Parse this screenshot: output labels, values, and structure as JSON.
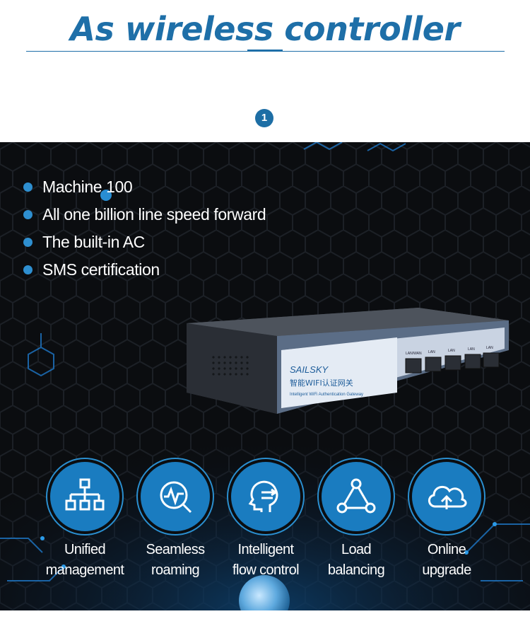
{
  "header": {
    "title": "As wireless controller",
    "step_number": "1"
  },
  "features": [
    {
      "label": "Machine 100"
    },
    {
      "label": "All one billion line speed forward"
    },
    {
      "label": "The built-in AC"
    },
    {
      "label": "SMS certification"
    }
  ],
  "device": {
    "brand": "SAILSKY",
    "product_cn": "智能WIFI认证网关",
    "product_en": "Intelligent WiFi Authentication Gateway",
    "port_labels": [
      "LAN/WAN",
      "LAN",
      "LAN",
      "LAN",
      "LAN"
    ]
  },
  "capabilities": [
    {
      "label_line1": "Unified",
      "label_line2": "management",
      "icon": "network-tree-icon"
    },
    {
      "label_line1": "Seamless",
      "label_line2": "roaming",
      "icon": "signal-search-icon"
    },
    {
      "label_line1": "Intelligent",
      "label_line2": "flow control",
      "icon": "head-arrow-icon"
    },
    {
      "label_line1": "Load",
      "label_line2": "balancing",
      "icon": "triangle-nodes-icon"
    },
    {
      "label_line1": "Online",
      "label_line2": "upgrade",
      "icon": "cloud-upload-icon"
    }
  ],
  "colors": {
    "accent": "#1e6fa8",
    "bullet": "#2e8fd0",
    "panel_bg": "#0b0d10",
    "icon_circle": "#1a7cc0"
  }
}
